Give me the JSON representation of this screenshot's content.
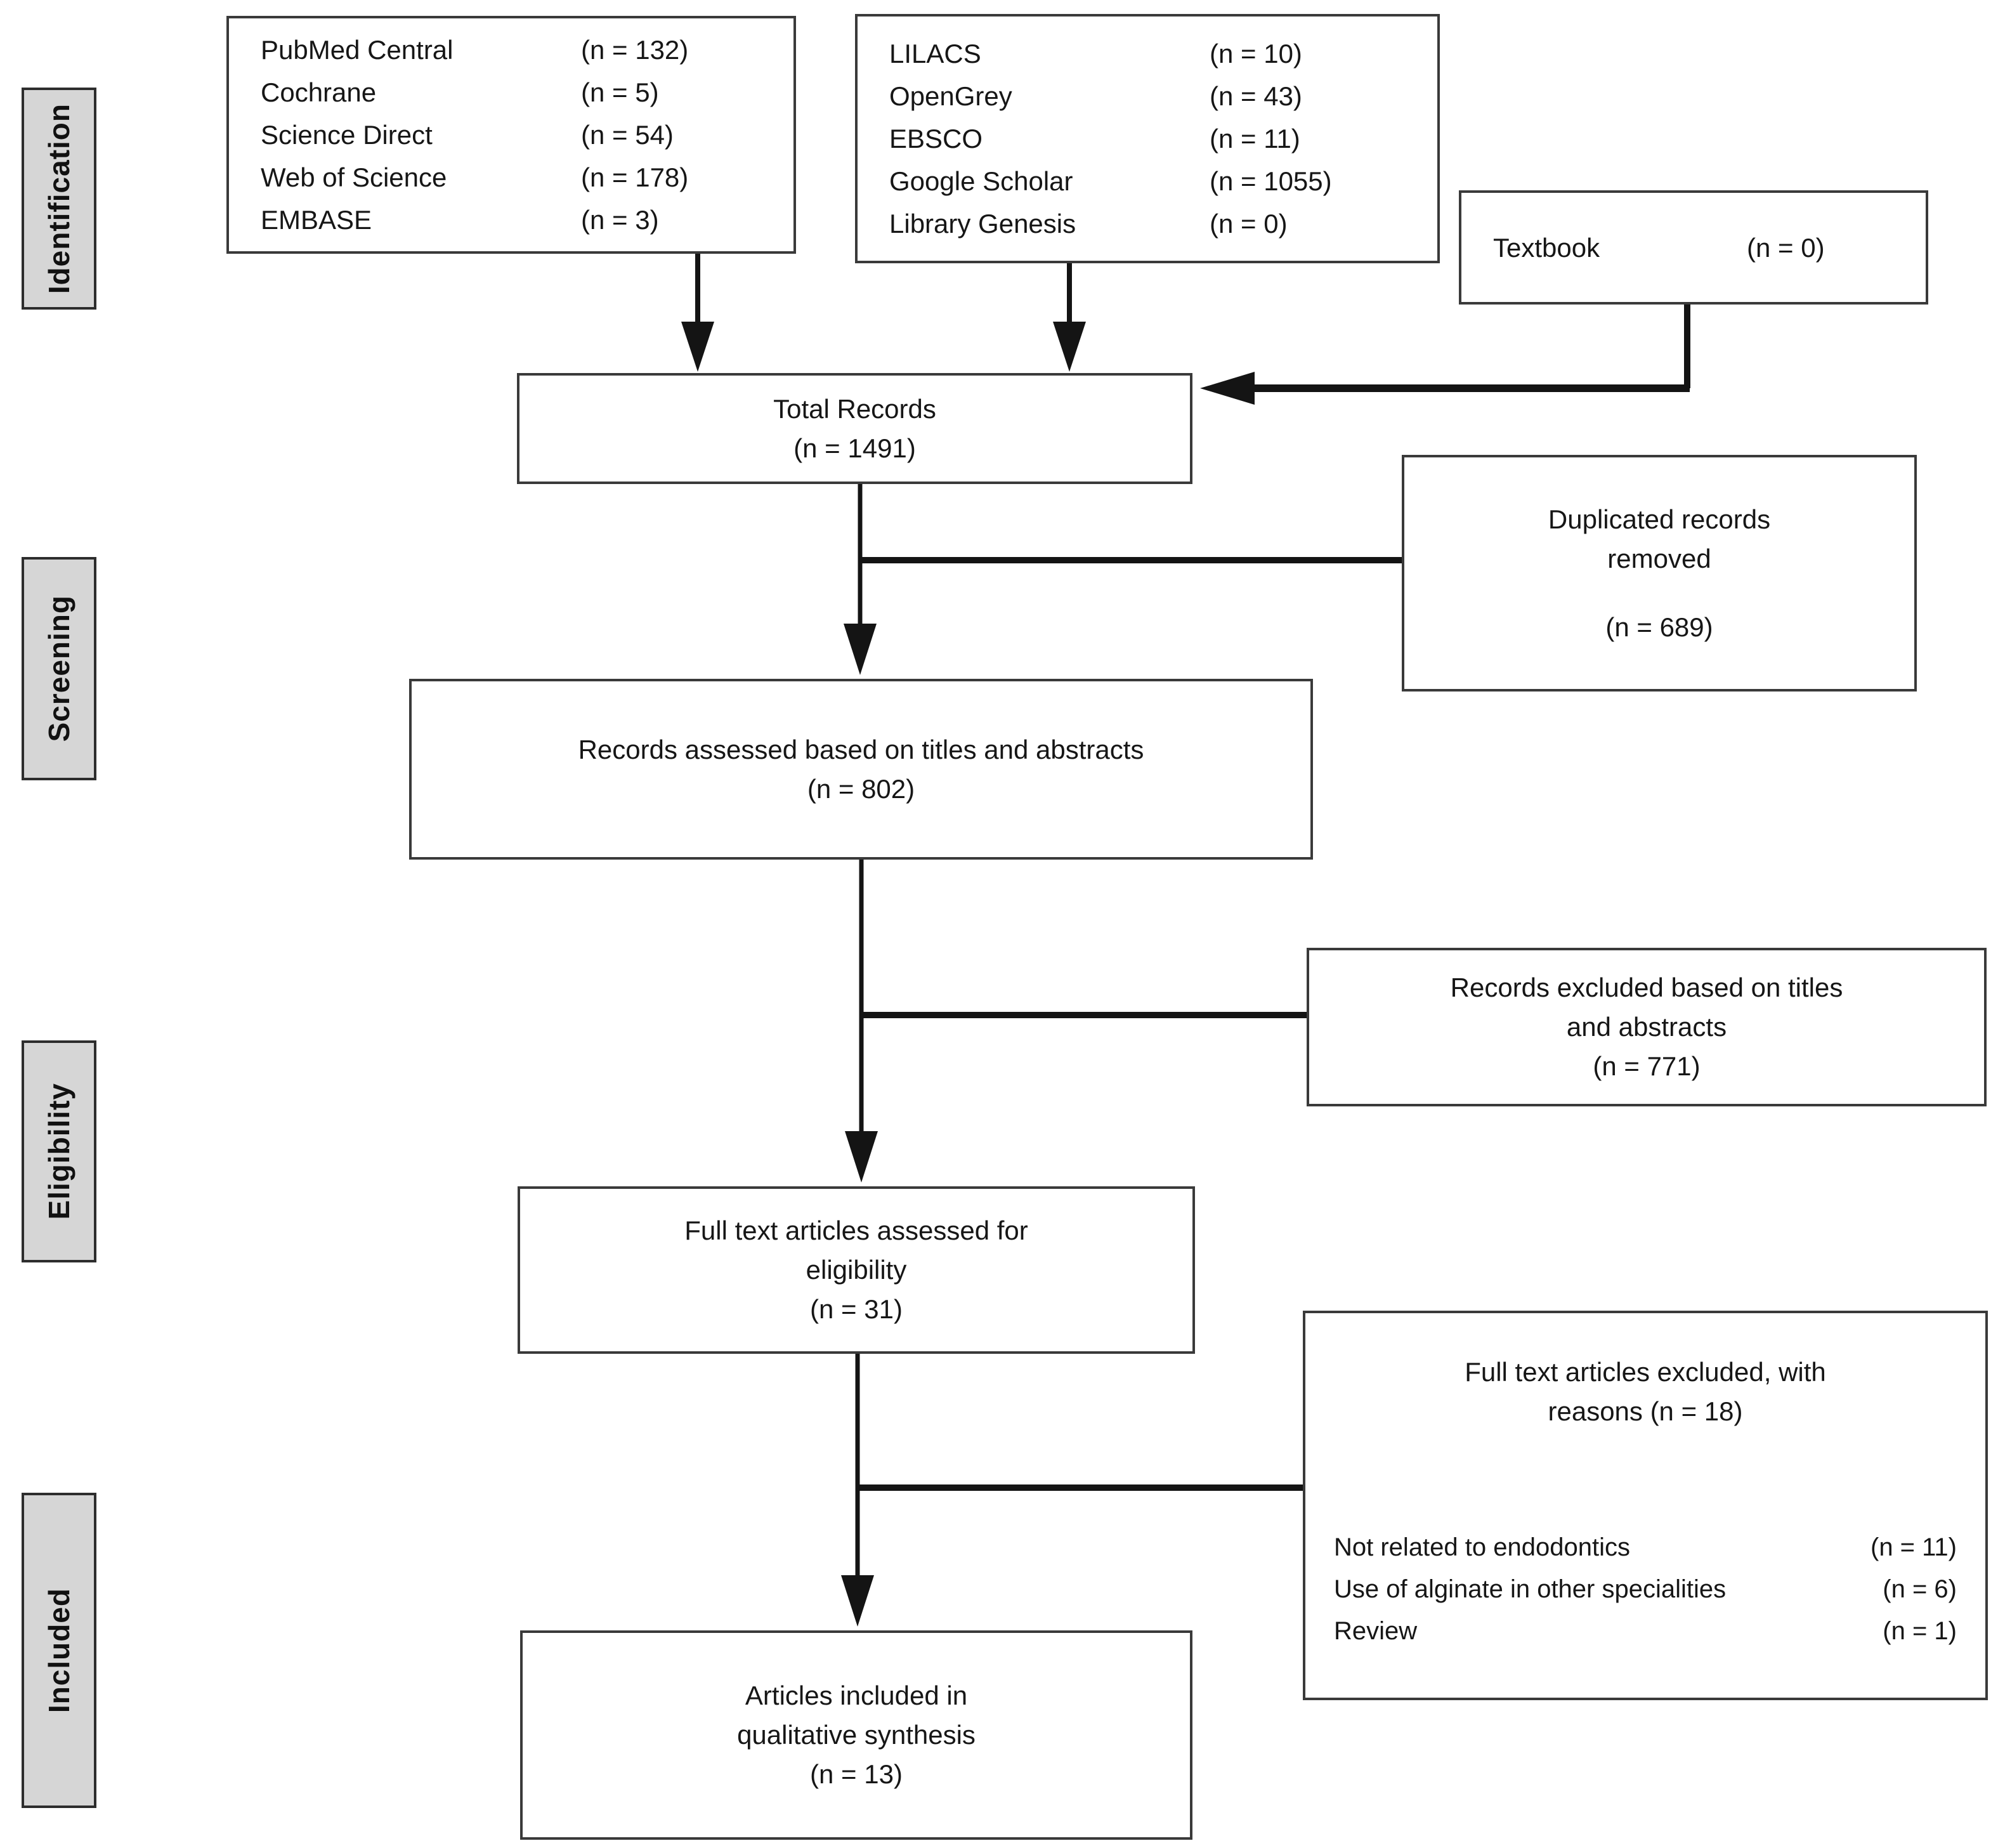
{
  "sidebar": {
    "stages": [
      "Identification",
      "Screening",
      "Eligibility",
      "Included"
    ]
  },
  "boxes": {
    "databases_primary": {
      "items": [
        {
          "name": "PubMed Central",
          "count": "(n = 132)"
        },
        {
          "name": "Cochrane",
          "count": "(n = 5)"
        },
        {
          "name": "Science Direct",
          "count": "(n = 54)"
        },
        {
          "name": "Web of Science",
          "count": "(n = 178)"
        },
        {
          "name": "EMBASE",
          "count": "(n = 3)"
        }
      ]
    },
    "databases_secondary": {
      "items": [
        {
          "name": "LILACS",
          "count": "(n = 10)"
        },
        {
          "name": "OpenGrey",
          "count": "(n = 43)"
        },
        {
          "name": "EBSCO",
          "count": "(n = 11)"
        },
        {
          "name": "Google Scholar",
          "count": "(n = 1055)"
        },
        {
          "name": "Library Genesis",
          "count": "(n = 0)"
        }
      ]
    },
    "textbook": {
      "name": "Textbook",
      "count": "(n = 0)"
    },
    "total_records": {
      "line1": "Total Records",
      "line2": "(n = 1491)"
    },
    "duplicates_removed": {
      "line1": "Duplicated records",
      "line2": "removed",
      "line3": "(n = 689)"
    },
    "records_assessed": {
      "line1": "Records assessed based on titles and abstracts",
      "line2": "(n = 802)"
    },
    "records_excluded": {
      "line1": "Records excluded based on titles",
      "line2": "and abstracts",
      "line3": "(n = 771)"
    },
    "fulltext_assessed": {
      "line1": "Full text articles assessed for",
      "line2": "eligibility",
      "line3": "(n = 31)"
    },
    "fulltext_excluded": {
      "title_line1": "Full text articles excluded, with",
      "title_line2": "reasons (n = 18)",
      "reasons": [
        {
          "name": "Not related to endodontics",
          "count": "(n = 11)"
        },
        {
          "name": "Use of alginate in other specialities",
          "count": "(n = 6)"
        },
        {
          "name": "Review",
          "count": "(n = 1)"
        }
      ]
    },
    "articles_included": {
      "line1": "Articles included in",
      "line2": "qualitative synthesis",
      "line3": "(n = 13)"
    }
  },
  "colors": {
    "stage_fill": "#d6d6d6",
    "box_border": "#3a3a3a",
    "connector": "#141414",
    "background": "#ffffff"
  }
}
